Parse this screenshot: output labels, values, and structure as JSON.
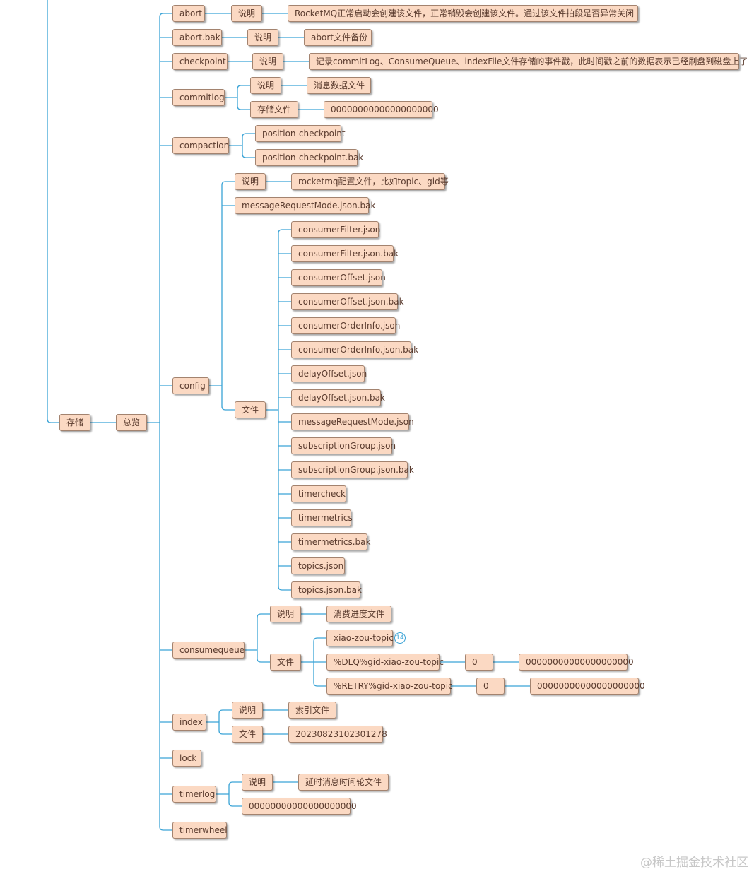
{
  "mindmap": {
    "root": "存储",
    "overview": "总览",
    "abort": {
      "label": "abort",
      "desc_key": "说明",
      "desc": "RocketMQ正常启动会创建该文件，正常销毁会创建该文件。通过该文件拍段是否异常关闭"
    },
    "abort_bak": {
      "label": "abort.bak",
      "desc_key": "说明",
      "desc": "abort文件备份"
    },
    "checkpoint": {
      "label": "checkpoint",
      "desc_key": "说明",
      "desc": "记录commitLog、ConsumeQueue、indexFile文件存储的事件戳，此时间戳之前的数据表示已经刷盘到磁盘上了"
    },
    "commitlog": {
      "label": "commitlog",
      "desc_key": "说明",
      "desc": "消息数据文件",
      "file_key": "存储文件",
      "file": "00000000000000000000"
    },
    "compaction": {
      "label": "compaction",
      "items": [
        "position-checkpoint",
        "position-checkpoint.bak"
      ]
    },
    "config": {
      "label": "config",
      "desc_key": "说明",
      "desc": "rocketmq配置文件，比如topic、gid等",
      "bak": "messageRequestMode.json.bak",
      "files_key": "文件",
      "files": [
        "consumerFilter.json",
        "consumerFilter.json.bak",
        "consumerOffset.json",
        "consumerOffset.json.bak",
        "consumerOrderInfo.json",
        "consumerOrderInfo.json.bak",
        "delayOffset.json",
        "delayOffset.json.bak",
        "messageRequestMode.json",
        "subscriptionGroup.json",
        "subscriptionGroup.json.bak",
        "timercheck",
        "timermetrics",
        "timermetrics.bak",
        "topics.json",
        "topics.json.bak"
      ]
    },
    "consumequeue": {
      "label": "consumequeue",
      "desc_key": "说明",
      "desc": "消费进度文件",
      "files_key": "文件",
      "topic": "xiao-zou-topic",
      "topic_badge": "14",
      "dlq": "%DLQ%gid-xiao-zou-topic",
      "dlq_queue": "0",
      "dlq_file": "00000000000000000000",
      "retry": "%RETRY%gid-xiao-zou-topic",
      "retry_queue": "0",
      "retry_file": "00000000000000000000"
    },
    "index": {
      "label": "index",
      "desc_key": "说明",
      "desc": "索引文件",
      "file_key": "文件",
      "file": "20230823102301278"
    },
    "lock": {
      "label": "lock"
    },
    "timerlog": {
      "label": "timerlog",
      "desc_key": "说明",
      "desc": "延时消息时间轮文件",
      "file": "00000000000000000000"
    },
    "timerwheel": {
      "label": "timerwheel"
    }
  },
  "colors": {
    "node_fill": "#fbd9c3",
    "node_border": "#a3836f",
    "edge": "#3aa3d6",
    "text": "#5a3b2e"
  },
  "watermark": "@稀土掘金技术社区"
}
